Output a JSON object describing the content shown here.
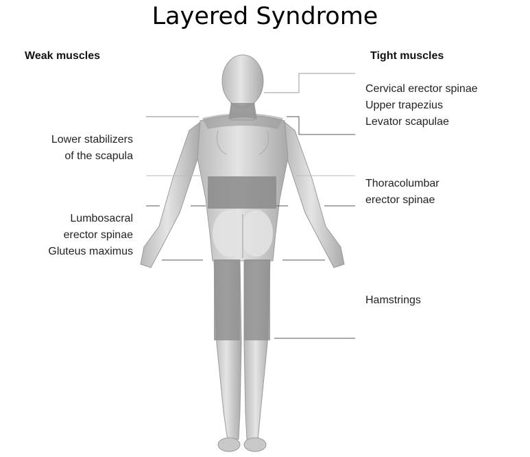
{
  "title": "Layered Syndrome",
  "weak": {
    "header": "Weak muscles",
    "lower_stabilizers": [
      "Lower stabilizers",
      "of the scapula"
    ],
    "lumbosacral": [
      "Lumbosacral",
      "erector spinae"
    ],
    "gluteus": "Gluteus maximus"
  },
  "tight": {
    "header": "Tight muscles",
    "cervical": "Cervical erector spinae",
    "upper_trap": "Upper trapezius",
    "levator": "Levator scapulae",
    "thoracolumbar": [
      "Thoracolumbar",
      "erector spinae"
    ],
    "hamstrings": "Hamstrings"
  }
}
